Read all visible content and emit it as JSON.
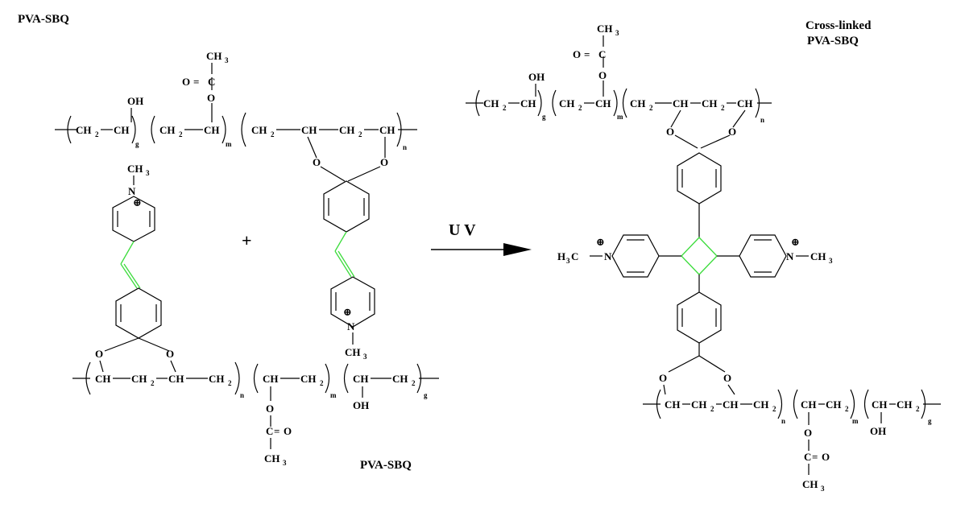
{
  "labels": {
    "reactant_top": "PVA-SBQ",
    "reactant_bottom": "PVA-SBQ",
    "product": [
      "Cross-linked",
      "PVA-SBQ"
    ],
    "plus": "+",
    "arrow": "U V"
  },
  "atoms": {
    "oh": "OH",
    "o": "O",
    "c": "C",
    "eq": "=",
    "ch": "CH",
    "ch2": "CH",
    "ch3": "CH",
    "n": "N",
    "h3c": "H",
    "charge": "⊕"
  },
  "subscripts": {
    "g": "g",
    "m": "m",
    "n": "n",
    "two": "2",
    "three": "3"
  },
  "colors": {
    "ink": "#000000",
    "highlight": "#3cdc3c"
  }
}
